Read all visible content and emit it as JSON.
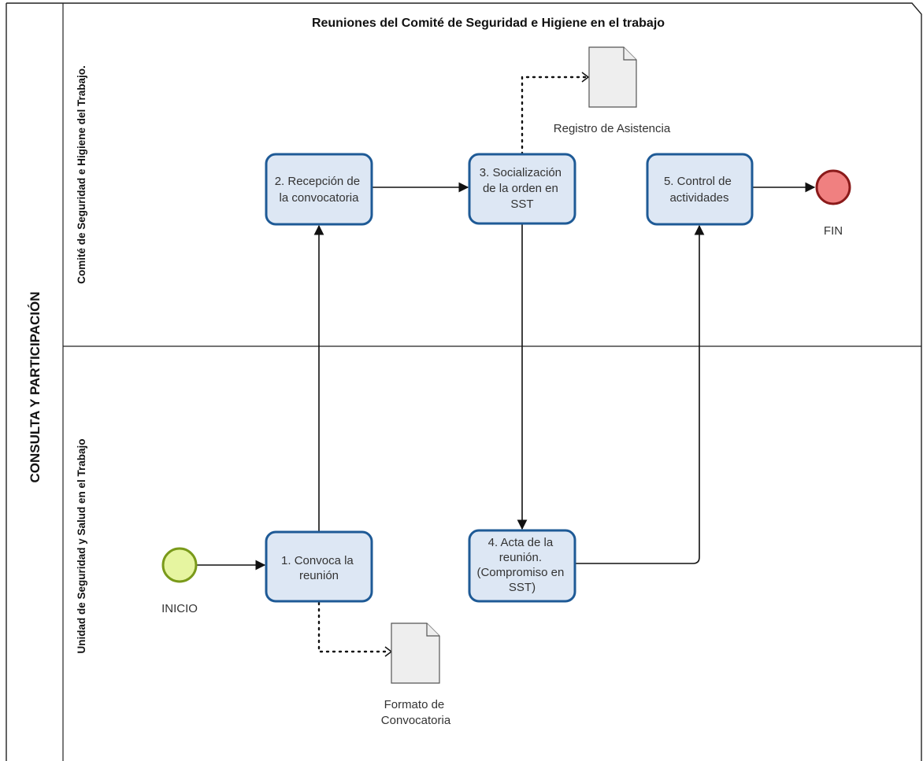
{
  "diagram": {
    "title": "Reuniones del Comité de Seguridad e Higiene en el trabajo",
    "pool_label": "CONSULTA Y PARTICIPACIÓN",
    "lanes": [
      {
        "label": "Comité de Seguridad e Higiene del Trabajo."
      },
      {
        "label": "Unidad de Seguridad y Salud en el Trabajo"
      }
    ],
    "events": {
      "start": {
        "label": "INICIO",
        "color": "#e6f5a0",
        "stroke": "#7a9a1a"
      },
      "end": {
        "label": "FIN",
        "color": "#f08080",
        "stroke": "#8b1a1a"
      }
    },
    "tasks": [
      {
        "lines": [
          "1. Convoca la",
          "reunión"
        ]
      },
      {
        "lines": [
          "2. Recepción de",
          "la convocatoria"
        ]
      },
      {
        "lines": [
          "3. Socialización",
          "de la orden en",
          "SST"
        ]
      },
      {
        "lines": [
          "4. Acta de la",
          "reunión.",
          "(Compromiso en",
          "SST)"
        ]
      },
      {
        "lines": [
          "5. Control de",
          "actividades"
        ]
      }
    ],
    "documents": [
      {
        "lines": [
          "Registro de Asistencia"
        ]
      },
      {
        "lines": [
          "Formato de",
          "Convocatoria"
        ]
      }
    ],
    "colors": {
      "task_fill": "#dde7f4",
      "task_stroke": "#1e5a96",
      "line": "#111111"
    }
  }
}
